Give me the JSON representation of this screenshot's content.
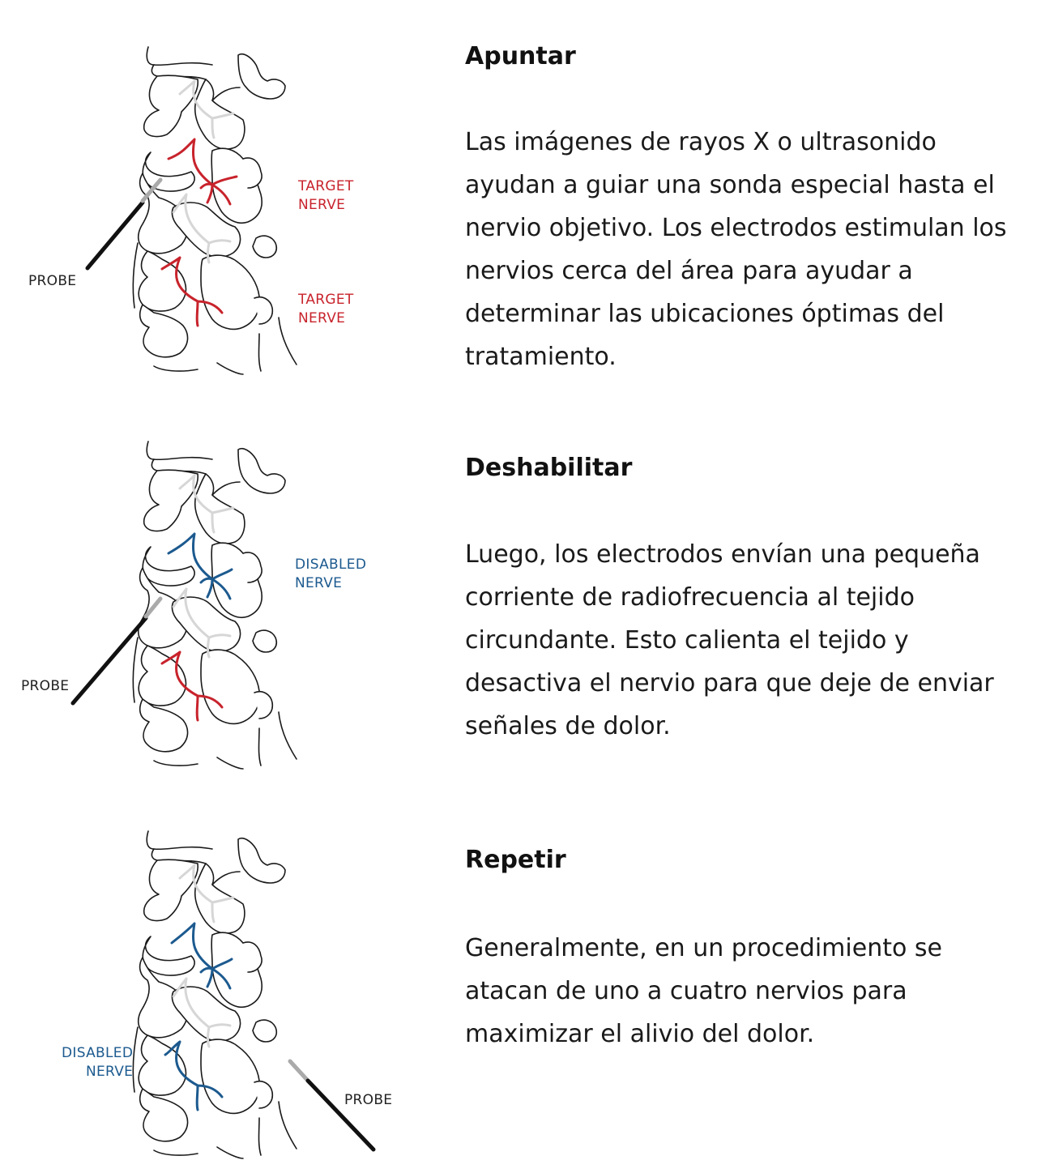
{
  "colors": {
    "target_nerve": "#c8232c",
    "disabled_nerve": "#1c5a8f",
    "inactive_nerve": "#d6d6d6",
    "probe_shaft": "#111111",
    "probe_tip": "#aaaaaa"
  },
  "steps": [
    {
      "title": "Apuntar",
      "body": "Las imágenes de rayos X o ultrasonido ayudan a guiar una sonda especial hasta el nervio objetivo. Los electrodos estimulan los nervios cerca del área para ayudar a determinar las ubicaciones óptimas del tratamiento.",
      "illustration": {
        "probe_label": "PROBE",
        "upper_label": [
          "TARGET",
          "NERVE"
        ],
        "lower_label": [
          "TARGET",
          "NERVE"
        ],
        "upper_nerve_state": "target",
        "lower_nerve_state": "target"
      }
    },
    {
      "title": "Deshabilitar",
      "body": "Luego, los electrodos envían una pequeña corriente de radiofrecuencia al tejido circundante. Esto calienta el tejido y desactiva el nervio para que deje de enviar señales de dolor.",
      "illustration": {
        "probe_label": "PROBE",
        "upper_label": [
          "DISABLED",
          "NERVE"
        ],
        "upper_nerve_state": "disabled",
        "lower_nerve_state": "target"
      }
    },
    {
      "title": "Repetir",
      "body": "Generalmente, en un procedimiento se atacan de uno a cuatro nervios para maximizar el alivio del dolor.",
      "illustration": {
        "probe_label": "PROBE",
        "lower_label": [
          "DISABLED",
          "NERVE"
        ],
        "upper_nerve_state": "disabled",
        "lower_nerve_state": "disabled"
      }
    }
  ]
}
